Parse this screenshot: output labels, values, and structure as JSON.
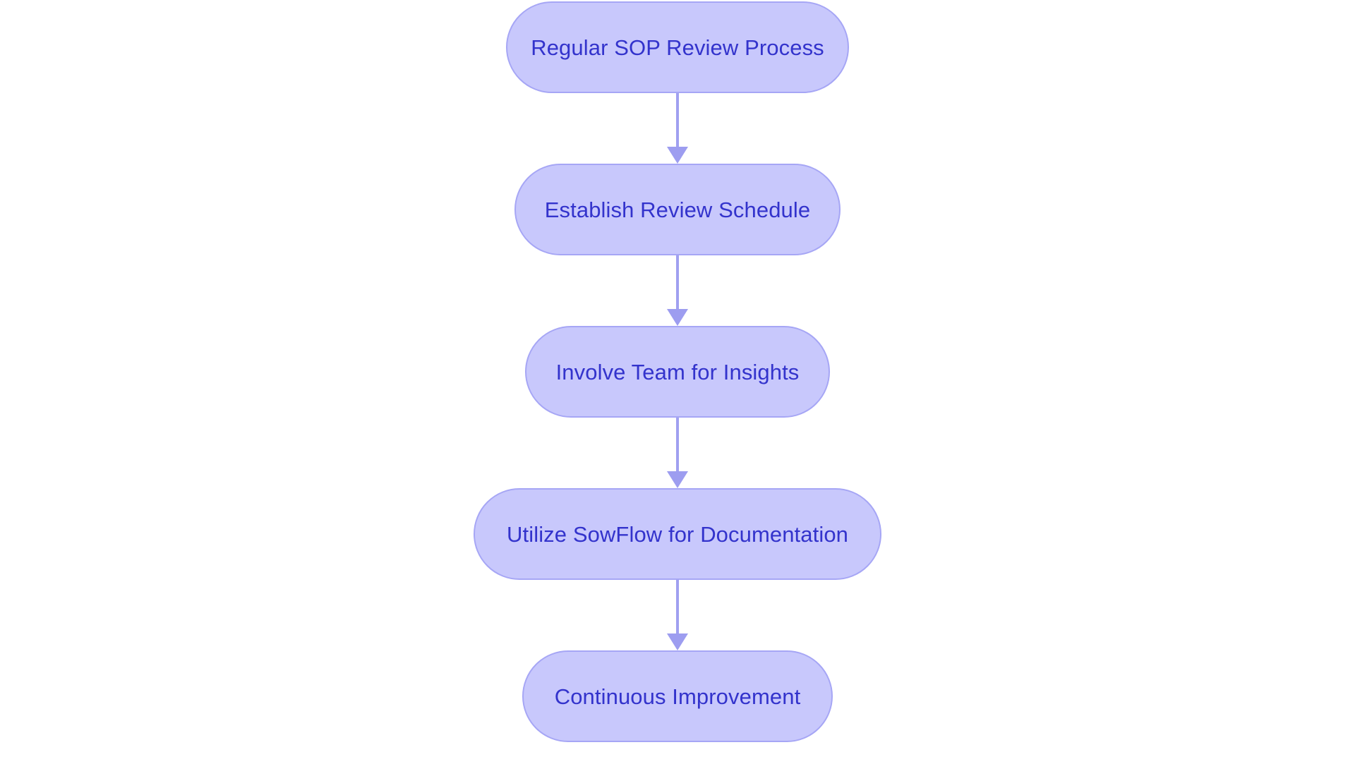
{
  "chart_data": {
    "type": "diagram",
    "diagram_type": "flowchart",
    "orientation": "top-to-bottom",
    "title": "",
    "node_shape": "stadium",
    "colors": {
      "background": "#ffffff",
      "node_fill": "#c8c8fc",
      "node_border": "#a6a6f5",
      "node_text": "#3333cc",
      "edge": "#a0a0f0",
      "arrowhead": "#9d9df0"
    },
    "nodes": [
      {
        "id": "n0",
        "label": "Regular SOP Review Process"
      },
      {
        "id": "n1",
        "label": "Establish Review Schedule"
      },
      {
        "id": "n2",
        "label": "Involve Team for Insights"
      },
      {
        "id": "n3",
        "label": "Utilize SowFlow for Documentation"
      },
      {
        "id": "n4",
        "label": "Continuous Improvement"
      }
    ],
    "edges": [
      {
        "from": "n0",
        "to": "n1",
        "label": "",
        "style": "solid-arrow"
      },
      {
        "from": "n1",
        "to": "n2",
        "label": "",
        "style": "solid-arrow"
      },
      {
        "from": "n2",
        "to": "n3",
        "label": "",
        "style": "solid-arrow"
      },
      {
        "from": "n3",
        "to": "n4",
        "label": "",
        "style": "solid-arrow"
      }
    ]
  },
  "flowchart": {
    "nodes": [
      {
        "label": "Regular SOP Review Process"
      },
      {
        "label": "Establish Review Schedule"
      },
      {
        "label": "Involve Team for Insights"
      },
      {
        "label": "Utilize SowFlow for Documentation"
      },
      {
        "label": "Continuous Improvement"
      }
    ]
  }
}
